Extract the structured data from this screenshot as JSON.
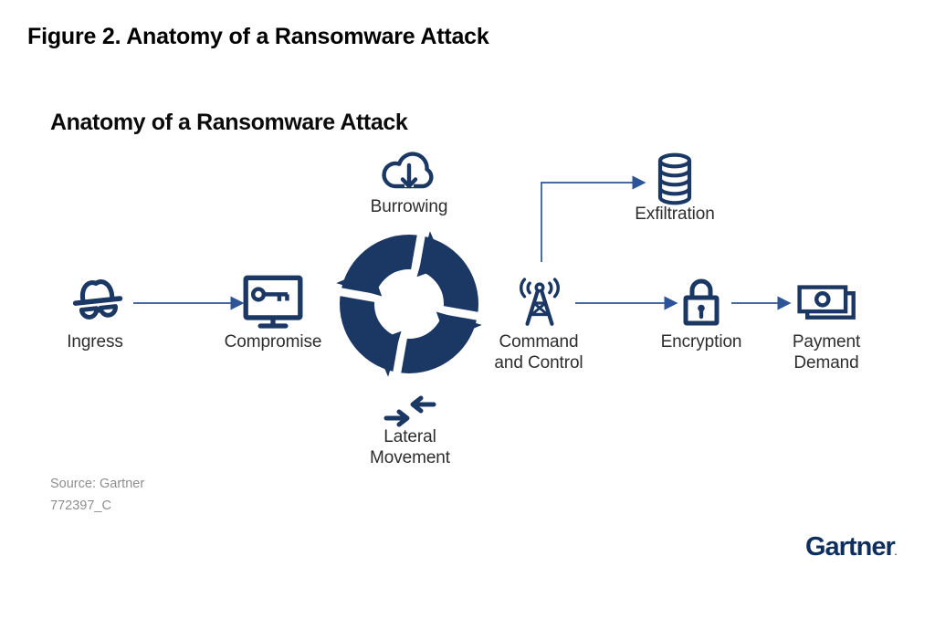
{
  "figure": {
    "caption": "Figure 2. Anatomy of a Ransomware Attack",
    "title": "Anatomy of a Ransomware Attack"
  },
  "nodes": [
    {
      "id": "ingress",
      "label": "Ingress",
      "icon": "spy-icon"
    },
    {
      "id": "compromise",
      "label": "Compromise",
      "icon": "monitor-key-icon"
    },
    {
      "id": "burrowing",
      "label": "Burrowing",
      "icon": "cloud-download-icon"
    },
    {
      "id": "attack-loop",
      "label": "",
      "icon": "cycle-arrows-icon"
    },
    {
      "id": "lateral-movement",
      "label": "Lateral Movement",
      "icon": "converging-arrows-icon"
    },
    {
      "id": "command-and-control",
      "label": "Command and Control",
      "icon": "broadcast-tower-icon"
    },
    {
      "id": "exfiltration",
      "label": "Exfiltration",
      "icon": "database-icon"
    },
    {
      "id": "encryption",
      "label": "Encryption",
      "icon": "padlock-icon"
    },
    {
      "id": "payment-demand",
      "label": "Payment Demand",
      "icon": "banknotes-icon"
    }
  ],
  "footer": {
    "source": "Source: Gartner",
    "doc_id": "772397_C",
    "brand": "Gartner",
    "brand_mark": "."
  },
  "colors": {
    "icon_navy": "#1b3764",
    "connector_blue": "#2d5496",
    "label_gray": "#2d2d2d",
    "source_gray": "#8e8e8e",
    "brand_navy": "#0e2f5e",
    "background": "#ffffff"
  }
}
